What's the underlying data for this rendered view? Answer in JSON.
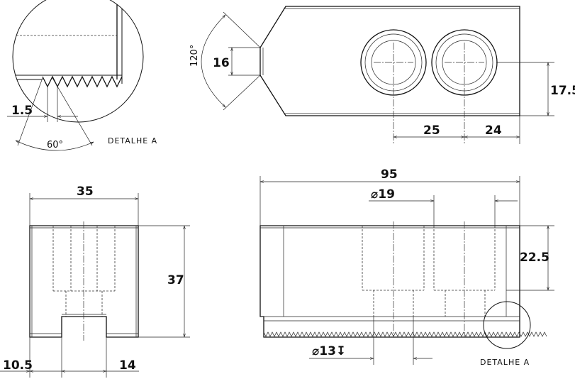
{
  "detail_label_top": "DETALHE A",
  "detail_label_bottom": "DETALHE A",
  "top_view": {
    "angle": "120°",
    "width_16": "16",
    "dim_25": "25",
    "dim_24": "24",
    "dim_17_5": "17.5"
  },
  "detail": {
    "pitch": "1.5",
    "thread_angle": "60°"
  },
  "side_view": {
    "width": "35",
    "height": "37",
    "dim_10_5": "10.5",
    "dim_14": "14"
  },
  "front_view": {
    "length": "95",
    "bore_dia": "⌀19",
    "dim_22_5": "22.5",
    "thru_dia": "⌀13↧"
  }
}
